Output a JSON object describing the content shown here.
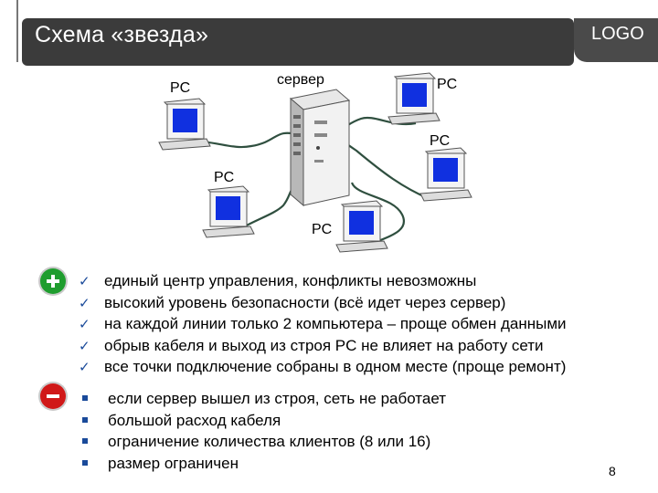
{
  "slide": {
    "title": "Схема «звезда»",
    "logo": "LOGO",
    "page_number": "8"
  },
  "diagram": {
    "server_label": "сервер",
    "pc_labels": [
      "PC",
      "PC",
      "PC",
      "PC",
      "PC"
    ]
  },
  "icons": {
    "plus": "plus-circle-icon",
    "minus": "minus-circle-icon",
    "check": "checkmark-icon",
    "bullet": "square-bullet-icon"
  },
  "colors": {
    "title_bg": "#3b3b3b",
    "plus_sign": "#1f9d2e",
    "minus_sign": "#d01818",
    "screen": "#1030e0",
    "cable": "#2f4f3f"
  },
  "advantages": [
    "единый центр управления, конфликты невозможны",
    "высокий уровень безопасности (всё идет через сервер)",
    "на каждой линии только 2 компьютера – проще обмен данными",
    "обрыв кабеля и выход из строя PC не влияет на работу сети",
    "все точки подключение собраны в одном месте (проще ремонт)"
  ],
  "disadvantages": [
    "если сервер вышел из строя, сеть не работает",
    "большой расход кабеля",
    "ограничение количества клиентов (8 или 16)",
    "размер ограничен"
  ]
}
